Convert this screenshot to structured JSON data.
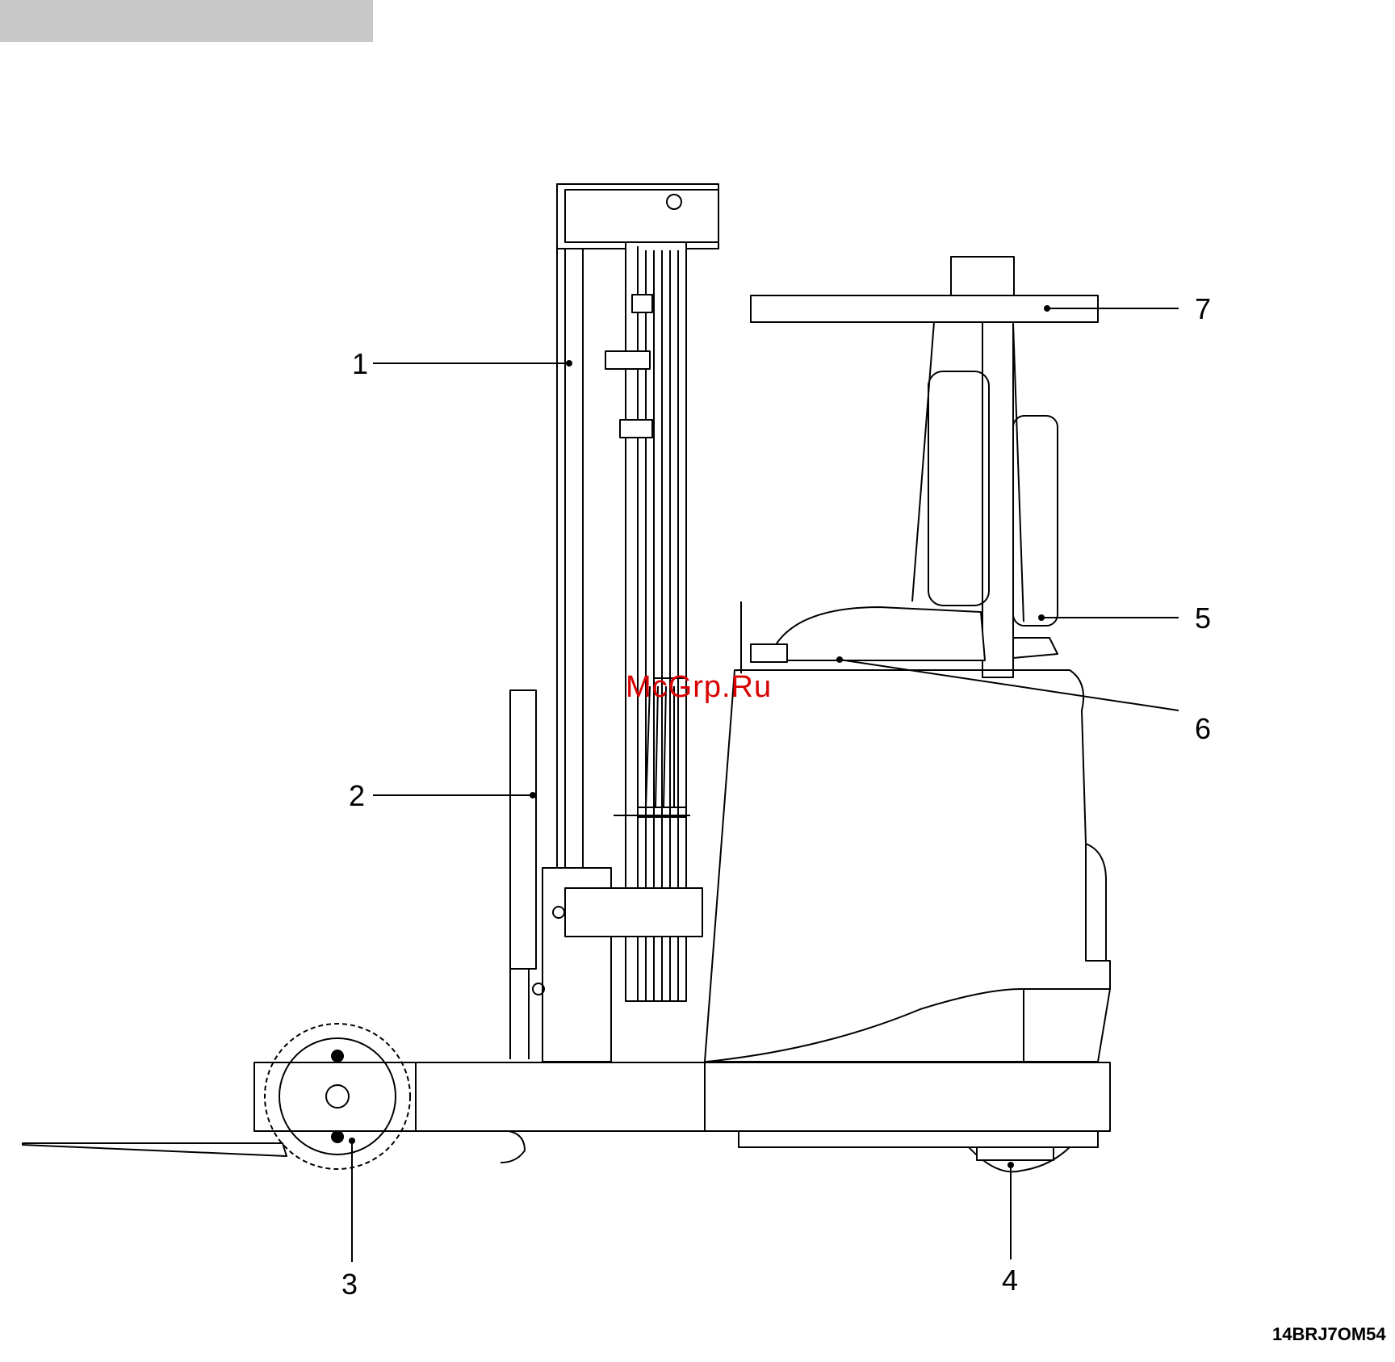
{
  "header": {
    "bar_color": "#c8c8c8"
  },
  "callouts": {
    "c1": "1",
    "c2": "2",
    "c3": "3",
    "c4": "4",
    "c5": "5",
    "c6": "6",
    "c7": "7"
  },
  "watermark": {
    "text": "McGrp.Ru",
    "color": "#d80000"
  },
  "figure_code": "14BRJ7OM54"
}
